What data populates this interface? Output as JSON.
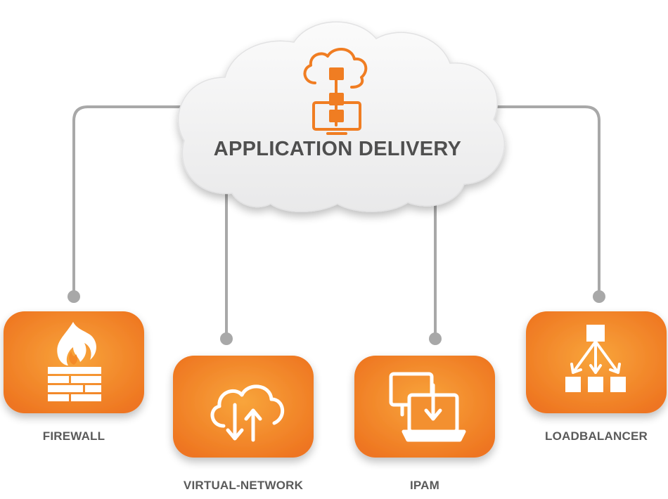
{
  "title": "APPLICATION DELIVERY",
  "colors": {
    "accent": "#f07d22",
    "accent_light": "#f7a23a",
    "connector": "#a8a8a8",
    "label": "#5a5a5a",
    "cloud": "#f3f3f4"
  },
  "nodes": [
    {
      "id": "firewall",
      "label": "FIREWALL",
      "icon": "fire-wall-icon"
    },
    {
      "id": "virtual-network",
      "label": "VIRTUAL-NETWORK",
      "icon": "cloud-sync-icon"
    },
    {
      "id": "ipam",
      "label": "IPAM",
      "icon": "monitor-download-icon"
    },
    {
      "id": "loadbalancer",
      "label": "LOADBALANCER",
      "icon": "load-balancer-icon"
    }
  ]
}
